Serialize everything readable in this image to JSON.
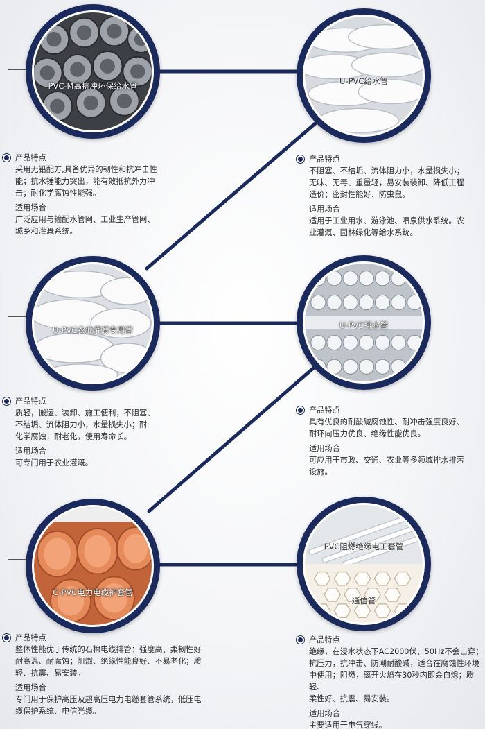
{
  "colors": {
    "navy": "#1a2a5c",
    "orange": "#d9794a",
    "text": "#2b2b2b"
  },
  "products": [
    {
      "name": "PVC-M高抗冲环保给水管",
      "image": "grey-pipe-stack",
      "feature_title": "产品特点",
      "features": [
        "采用无铅配方,具备优异的韧性和抗冲击性",
        "能；抗水锤能力突出，能有效抵抗外力冲",
        "击；耐化学腐蚀性能强。"
      ],
      "usage_title": "适用场合",
      "usage": [
        "广泛应用与输配水管网、工业生产管网、",
        "城乡和灌溉系统。"
      ]
    },
    {
      "name": "U-PVC给水管",
      "image": "white-pipe-stack",
      "feature_title": "产品特点",
      "features": [
        "不阻塞、不结垢、流体阻力小，水量损失小；",
        "无味、无毒、重量轻，易安装装卸、降低工程",
        "造价；密封性能好、防虫鼠。"
      ],
      "usage_title": "适用场合",
      "usage": [
        "适用于工业用水、游泳池、喷泉供水系统。农",
        "业灌溉、园林绿化等给水系统。"
      ]
    },
    {
      "name": "U-PVC农业灌溉专用管",
      "image": "white-pipe-stack",
      "feature_title": "产品特点",
      "features": [
        "质轻，搬运、装卸、施工便利；不阻塞、",
        "不结垢、流体阻力小，水量损失小；耐",
        "化学腐蚀，耐老化，使用寿命长。"
      ],
      "usage_title": "适用场合",
      "usage": [
        "可专门用于农业灌溉。"
      ]
    },
    {
      "name": "U-PVC排水管",
      "image": "white-pipe-ends",
      "feature_title": "产品特点",
      "features": [
        "具有优良的耐酸碱腐蚀性、耐冲击强度良好、",
        "耐环向压力优良、绝缘性能优良。"
      ],
      "usage_title": "适用场合",
      "usage": [
        "可应用于市政、交通、农业等多领域排水排污",
        "设施。"
      ]
    },
    {
      "name": "C-PVC电力电缆护套管",
      "image": "orange-pipe-stack",
      "feature_title": "产品特点",
      "features": [
        "整体性能优于传统的石棉电缆排管；强度高、柔韧性好",
        "耐高温、耐腐蚀；阻燃、绝缘性能良好、不易老化；质",
        "轻、抗震、易安装。"
      ],
      "usage_title": "适用场合",
      "usage": [
        "专门用于保护高压及超高压电力电缆套管系统，低压电",
        "缆保护系统、电信光缆。"
      ]
    },
    {
      "name": "PVC阻燃绝缘电工套管",
      "name2": "通信管",
      "image": "white-conduit-and-honeycomb",
      "feature_title": "产品特点",
      "features": [
        "绝缘，在浸水状态下AC2000伏、50Hz不会击穿；",
        "抗压力，抗冲击、防潮耐酸碱，适合在腐蚀性环境",
        "中使用；阻燃，离开火焰在30秒内即会自熄；质轻、",
        "柔性好、抗震、易安装。"
      ],
      "usage_title": "适用场合",
      "usage": [
        "主要适用于电气穿线。"
      ]
    }
  ]
}
